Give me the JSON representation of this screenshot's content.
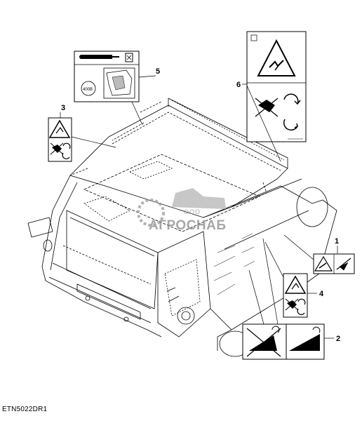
{
  "figure": {
    "id_label": "ETN5022DR1"
  },
  "callouts": [
    {
      "number": "1"
    },
    {
      "number": "2"
    },
    {
      "number": "3"
    },
    {
      "number": "4"
    },
    {
      "number": "5"
    },
    {
      "number": "6"
    }
  ],
  "watermark": {
    "prefix": "ООО",
    "name": "АГРОСНАБ"
  },
  "labels": {
    "label5_code": "400B"
  },
  "icons": [
    "warning-triangle-icon",
    "hand-crush-icon",
    "rotating-arrows-icon",
    "lift-cylinder-icon",
    "book-icon"
  ]
}
